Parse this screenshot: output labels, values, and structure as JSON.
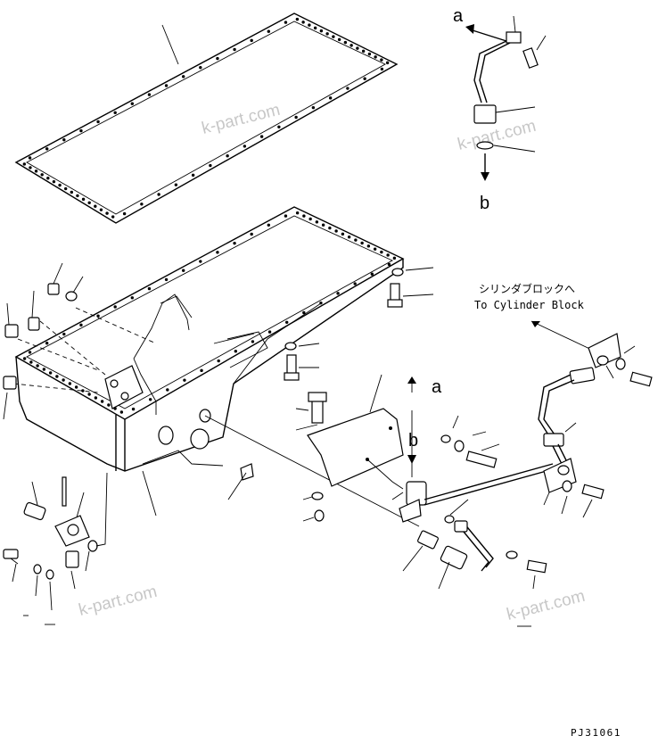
{
  "labels": {
    "a_top": "a",
    "b_top": "b",
    "a_mid": "a",
    "b_mid": "b"
  },
  "note": {
    "jp": "シリンダブロックへ",
    "en": "To Cylinder Block"
  },
  "watermark": "k-part.com",
  "drawing_code": "PJ31061"
}
